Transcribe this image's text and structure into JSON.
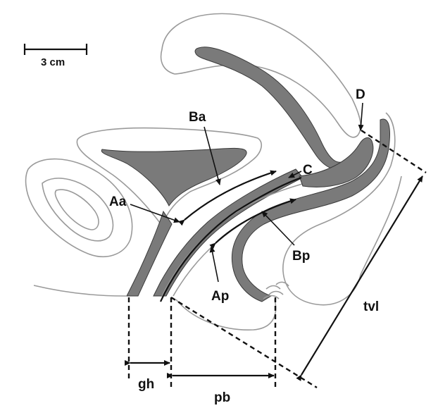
{
  "scale_bar": {
    "label": "3 cm"
  },
  "labels": {
    "D": "D",
    "Ba": "Ba",
    "C": "C",
    "Aa": "Aa",
    "Bp": "Bp",
    "Ap": "Ap",
    "tvl": "tvl",
    "gh": "gh",
    "pb": "pb"
  },
  "colors": {
    "tissue": "#7a7a7a",
    "outline": "#9a9a9a",
    "ink": "#111111"
  }
}
